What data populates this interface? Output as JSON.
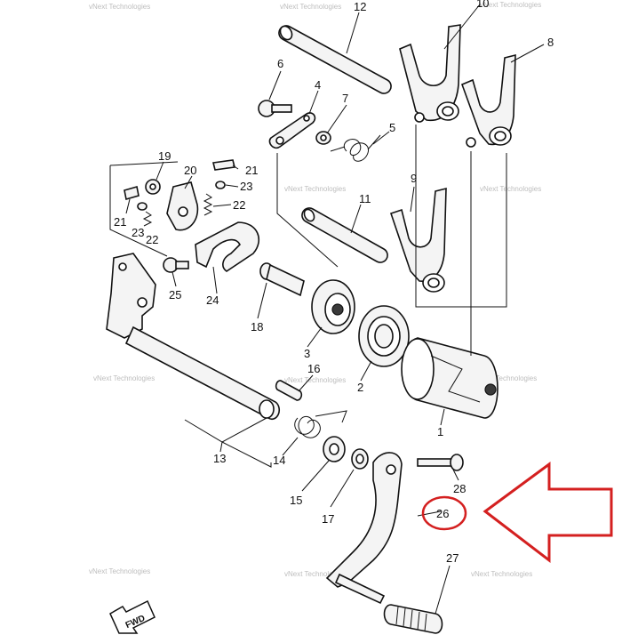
{
  "diagram": {
    "part_numbers": {
      "p1": "1",
      "p2": "2",
      "p3": "3",
      "p4": "4",
      "p5": "5",
      "p6": "6",
      "p7": "7",
      "p8": "8",
      "p9": "9",
      "p10": "10",
      "p11": "11",
      "p12": "12",
      "p13": "13",
      "p14": "14",
      "p15": "15",
      "p16": "16",
      "p17": "17",
      "p18": "18",
      "p19": "19",
      "p20": "20",
      "p21a": "21",
      "p21b": "21",
      "p22a": "22",
      "p22b": "22",
      "p23a": "23",
      "p23b": "23",
      "p24": "24",
      "p25": "25",
      "p26": "26",
      "p27": "27",
      "p28": "28"
    },
    "fwd_label": "FWD",
    "watermark_line1": "vNext Technologies",
    "watermark_line2": "Technologies",
    "highlight_color": "#d42020",
    "ink_color": "#111111"
  }
}
